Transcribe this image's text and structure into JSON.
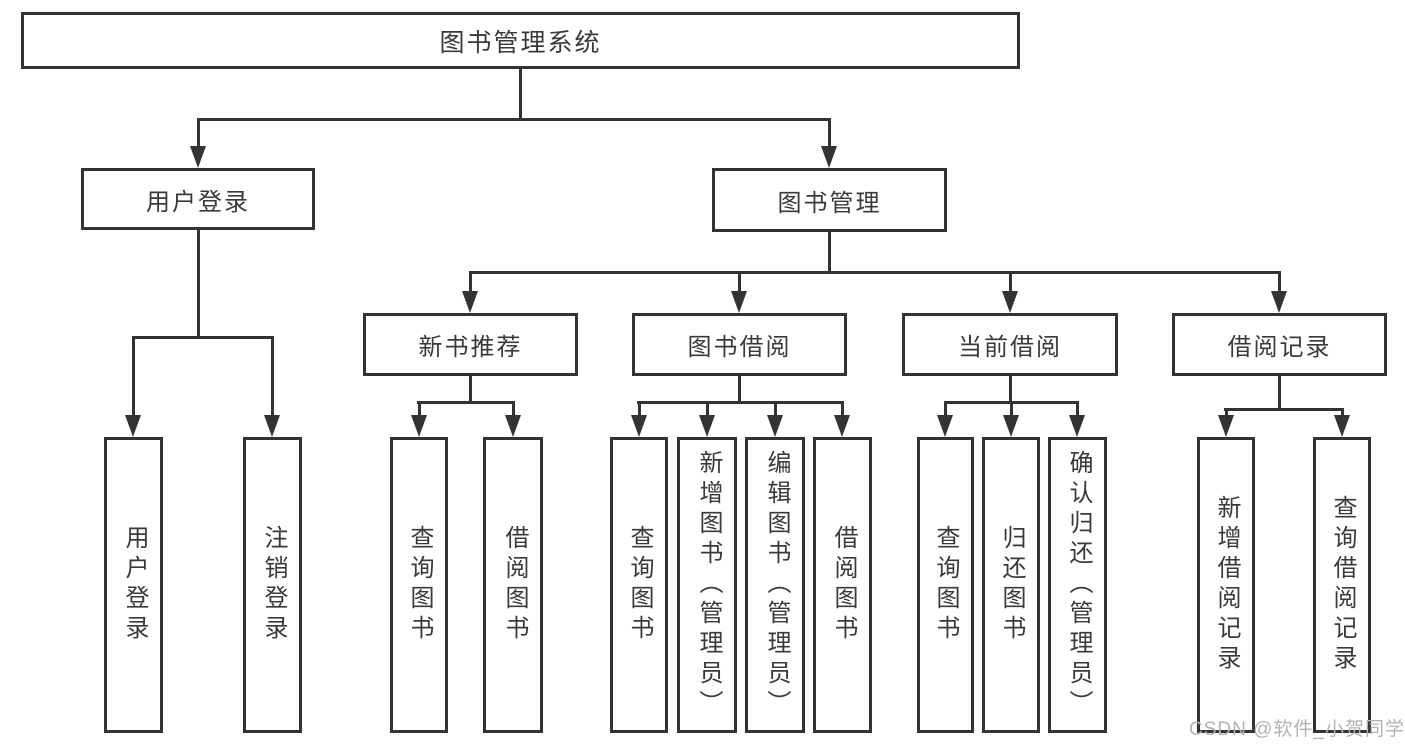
{
  "diagram": {
    "root": {
      "label": "图书管理系统"
    },
    "branches": [
      {
        "label": "用户登录",
        "children": [
          {
            "label": "用户登录"
          },
          {
            "label": "注销登录"
          }
        ]
      },
      {
        "label": "图书管理",
        "children": [
          {
            "label": "新书推荐",
            "children": [
              {
                "label": "查询图书"
              },
              {
                "label": "借阅图书"
              }
            ]
          },
          {
            "label": "图书借阅",
            "children": [
              {
                "label": "查询图书"
              },
              {
                "label": "新增图书（管理员）"
              },
              {
                "label": "编辑图书（管理员）"
              },
              {
                "label": "借阅图书"
              }
            ]
          },
          {
            "label": "当前借阅",
            "children": [
              {
                "label": "查询图书"
              },
              {
                "label": "归还图书"
              },
              {
                "label": "确认归还（管理员）"
              }
            ]
          },
          {
            "label": "借阅记录",
            "children": [
              {
                "label": "新增借阅记录"
              },
              {
                "label": "查询借阅记录"
              }
            ]
          }
        ]
      }
    ]
  },
  "watermark": {
    "text": "CSDN @软件_小贺同学"
  },
  "colors": {
    "line": "#333333",
    "text": "#3a3a3a",
    "watermark": "#b3b3b3",
    "background": "#ffffff"
  }
}
